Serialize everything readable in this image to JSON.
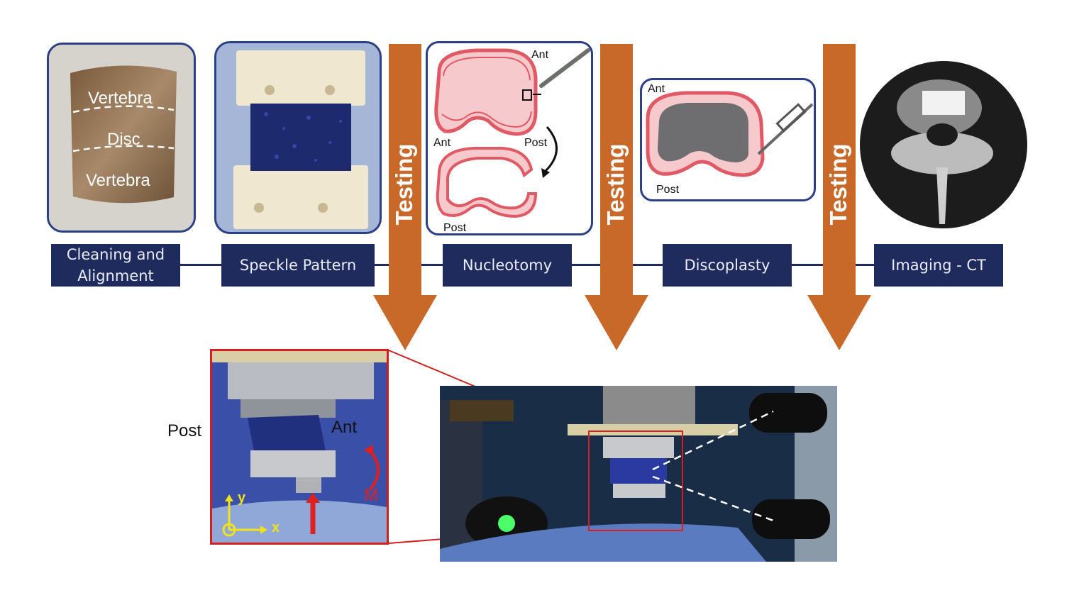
{
  "photo1": {
    "label_top": "Vertebra",
    "label_mid": "Disc",
    "label_bot": "Vertebra"
  },
  "steps": [
    {
      "id": "cleaning",
      "line1": "Cleaning and",
      "line2": "Alignment"
    },
    {
      "id": "speckle",
      "line1": "Speckle Pattern"
    },
    {
      "id": "nucleotomy",
      "line1": "Nucleotomy"
    },
    {
      "id": "discoplasty",
      "line1": "Discoplasty"
    },
    {
      "id": "imaging",
      "line1": "Imaging - CT"
    }
  ],
  "testing_label": "Testing",
  "nucleotomy_panel": {
    "ant_top": "Ant",
    "ant_mid": "Ant",
    "post_mid": "Post",
    "post_bot": "Post"
  },
  "discoplasty_panel": {
    "ant": "Ant",
    "post": "Post"
  },
  "test_setup": {
    "post": "Post",
    "ant": "Ant",
    "moment": "M",
    "axis_y": "y",
    "axis_x": "x"
  },
  "colors": {
    "navy": "#1f2b5c",
    "frame_blue": "#2b3f86",
    "arrow_orange": "#c8692a",
    "disc_red": "#e05a66",
    "disc_fill": "#f6c9cc"
  }
}
